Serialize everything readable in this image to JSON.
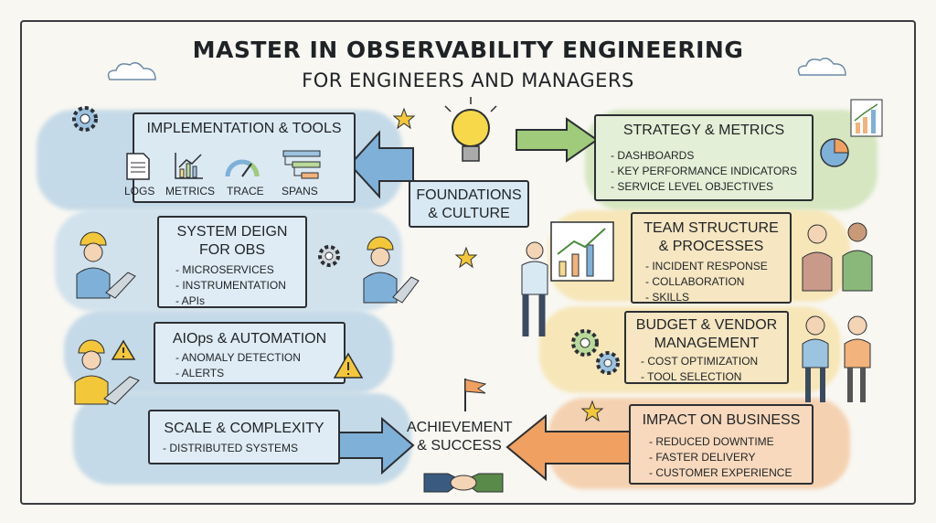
{
  "title": {
    "line1": "MASTER IN OBSERVABILITY ENGINEERING",
    "line2": "FOR ENGINEERS AND MANAGERS"
  },
  "center": {
    "foundations": "FOUNDATIONS\n& CULTURE",
    "foundations_l1": "FOUNDATIONS",
    "foundations_l2": "& CULTURE",
    "achievement_l1": "ACHIEVEMENT",
    "achievement_l2": "& SUCCESS"
  },
  "implementation": {
    "title": "IMPLEMENTATION & TOOLS",
    "tools": [
      "LOGS",
      "METRICS",
      "TRACE",
      "SPANS"
    ]
  },
  "system_design": {
    "title_l1": "SYSTEM DEIGN",
    "title_l2": "FOR OBS",
    "items": [
      "- MICROSERVICES",
      "- INSTRUMENTATION",
      "- APIs"
    ]
  },
  "aiops": {
    "title": "AIOps & AUTOMATION",
    "items": [
      "- ANOMALY DETECTION",
      "- ALERTS"
    ]
  },
  "scale": {
    "title": "SCALE & COMPLEXITY",
    "items": [
      "- DISTRIBUTED SYSTEMS"
    ]
  },
  "strategy": {
    "title": "STRATEGY & METRICS",
    "items": [
      "- DASHBOARDS",
      "- KEY PERFORMANCE INDICATORS",
      "- SERVICE LEVEL OBJECTIVES"
    ]
  },
  "team": {
    "title_l1": "TEAM STRUCTURE",
    "title_l2": "& PROCESSES",
    "items": [
      "- INCIDENT RESPONSE",
      "- COLLABORATION",
      "- SKILLS"
    ]
  },
  "budget": {
    "title_l1": "BUDGET & VENDOR",
    "title_l2": "MANAGEMENT",
    "items": [
      "- COST OPTIMIZATION",
      "- TOOL SELECTION"
    ]
  },
  "impact": {
    "title": "IMPACT ON BUSINESS",
    "items": [
      "- REDUCED DOWNTIME",
      "- FASTER DELIVERY",
      "- CUSTOMER EXPERIENCE"
    ]
  },
  "colors": {
    "blue": "#9cc3e0",
    "green": "#b9d99a",
    "orange": "#f2b37c",
    "yellow": "#f6d98a"
  }
}
